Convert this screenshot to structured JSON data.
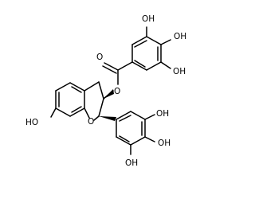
{
  "molecule": {
    "atom_labels": {
      "ho_top_left": "OH",
      "ho_top_right": "OH",
      "ho_right_mid": "OH",
      "ester_carbonyl_o": "O",
      "ester_o": "O",
      "ring_o": "O",
      "ho_phenol_left": "HO",
      "ho_bottom_1": "OH",
      "ho_bottom_2": "OH",
      "ho_bottom_3": "OH"
    },
    "colors": {
      "bond": "#000000",
      "oxygen_label": "#ff0000",
      "background": "#ffffff"
    }
  }
}
